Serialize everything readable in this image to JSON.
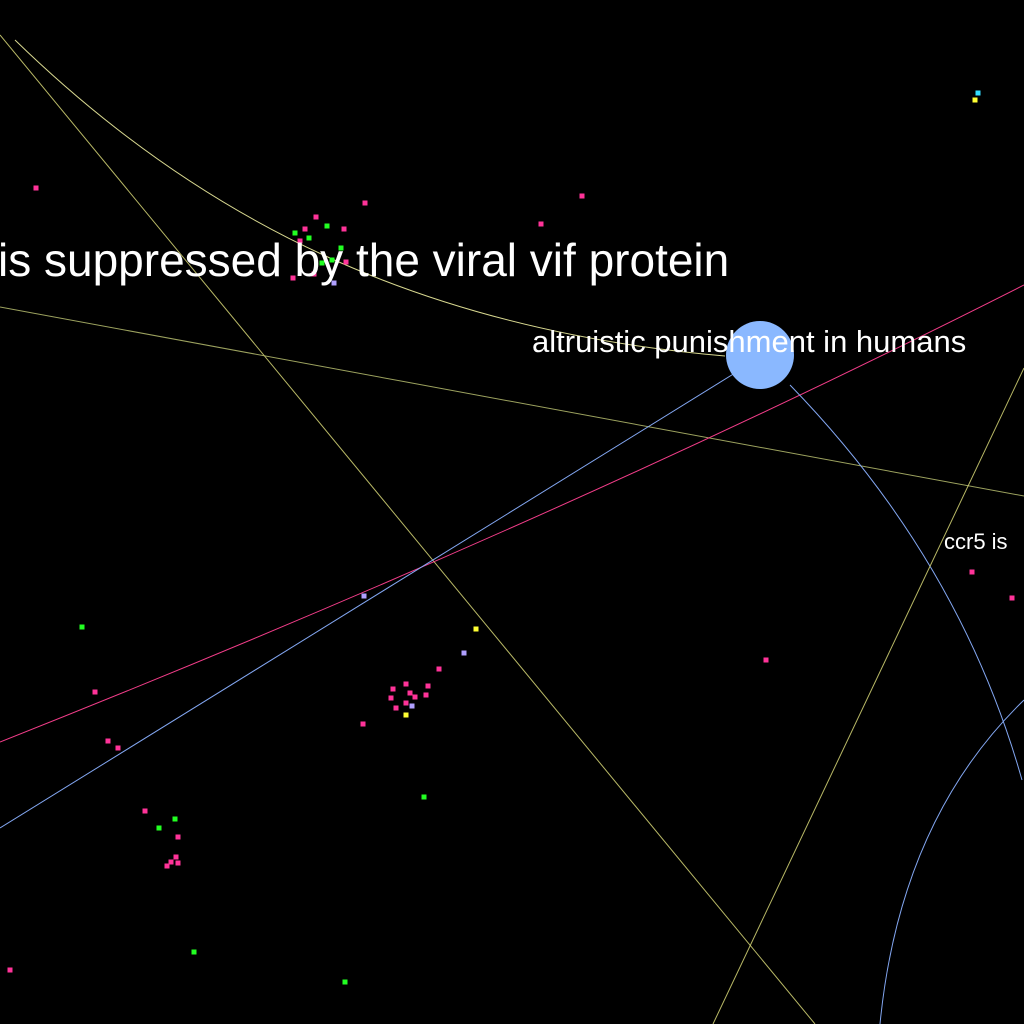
{
  "view": {
    "background_color": "#000000"
  },
  "labels": {
    "vif": "is suppressed by the viral vif protein",
    "altruistic": "altruistic punishment in humans",
    "ccr5": "ccr5 is"
  },
  "colors": {
    "highlight_node": "#8ab8ff",
    "edge_yellow": "#e8e870",
    "edge_olive": "#b8c070",
    "edge_pale_yellow": "#f0f0a0",
    "edge_blue": "#8ab0ff",
    "edge_pink": "#ff4090",
    "node_pink": "#ff3399",
    "node_green": "#22ff22",
    "node_lavender": "#b0a0ff",
    "node_yellow": "#ffff33",
    "node_cyan": "#33ddff"
  }
}
